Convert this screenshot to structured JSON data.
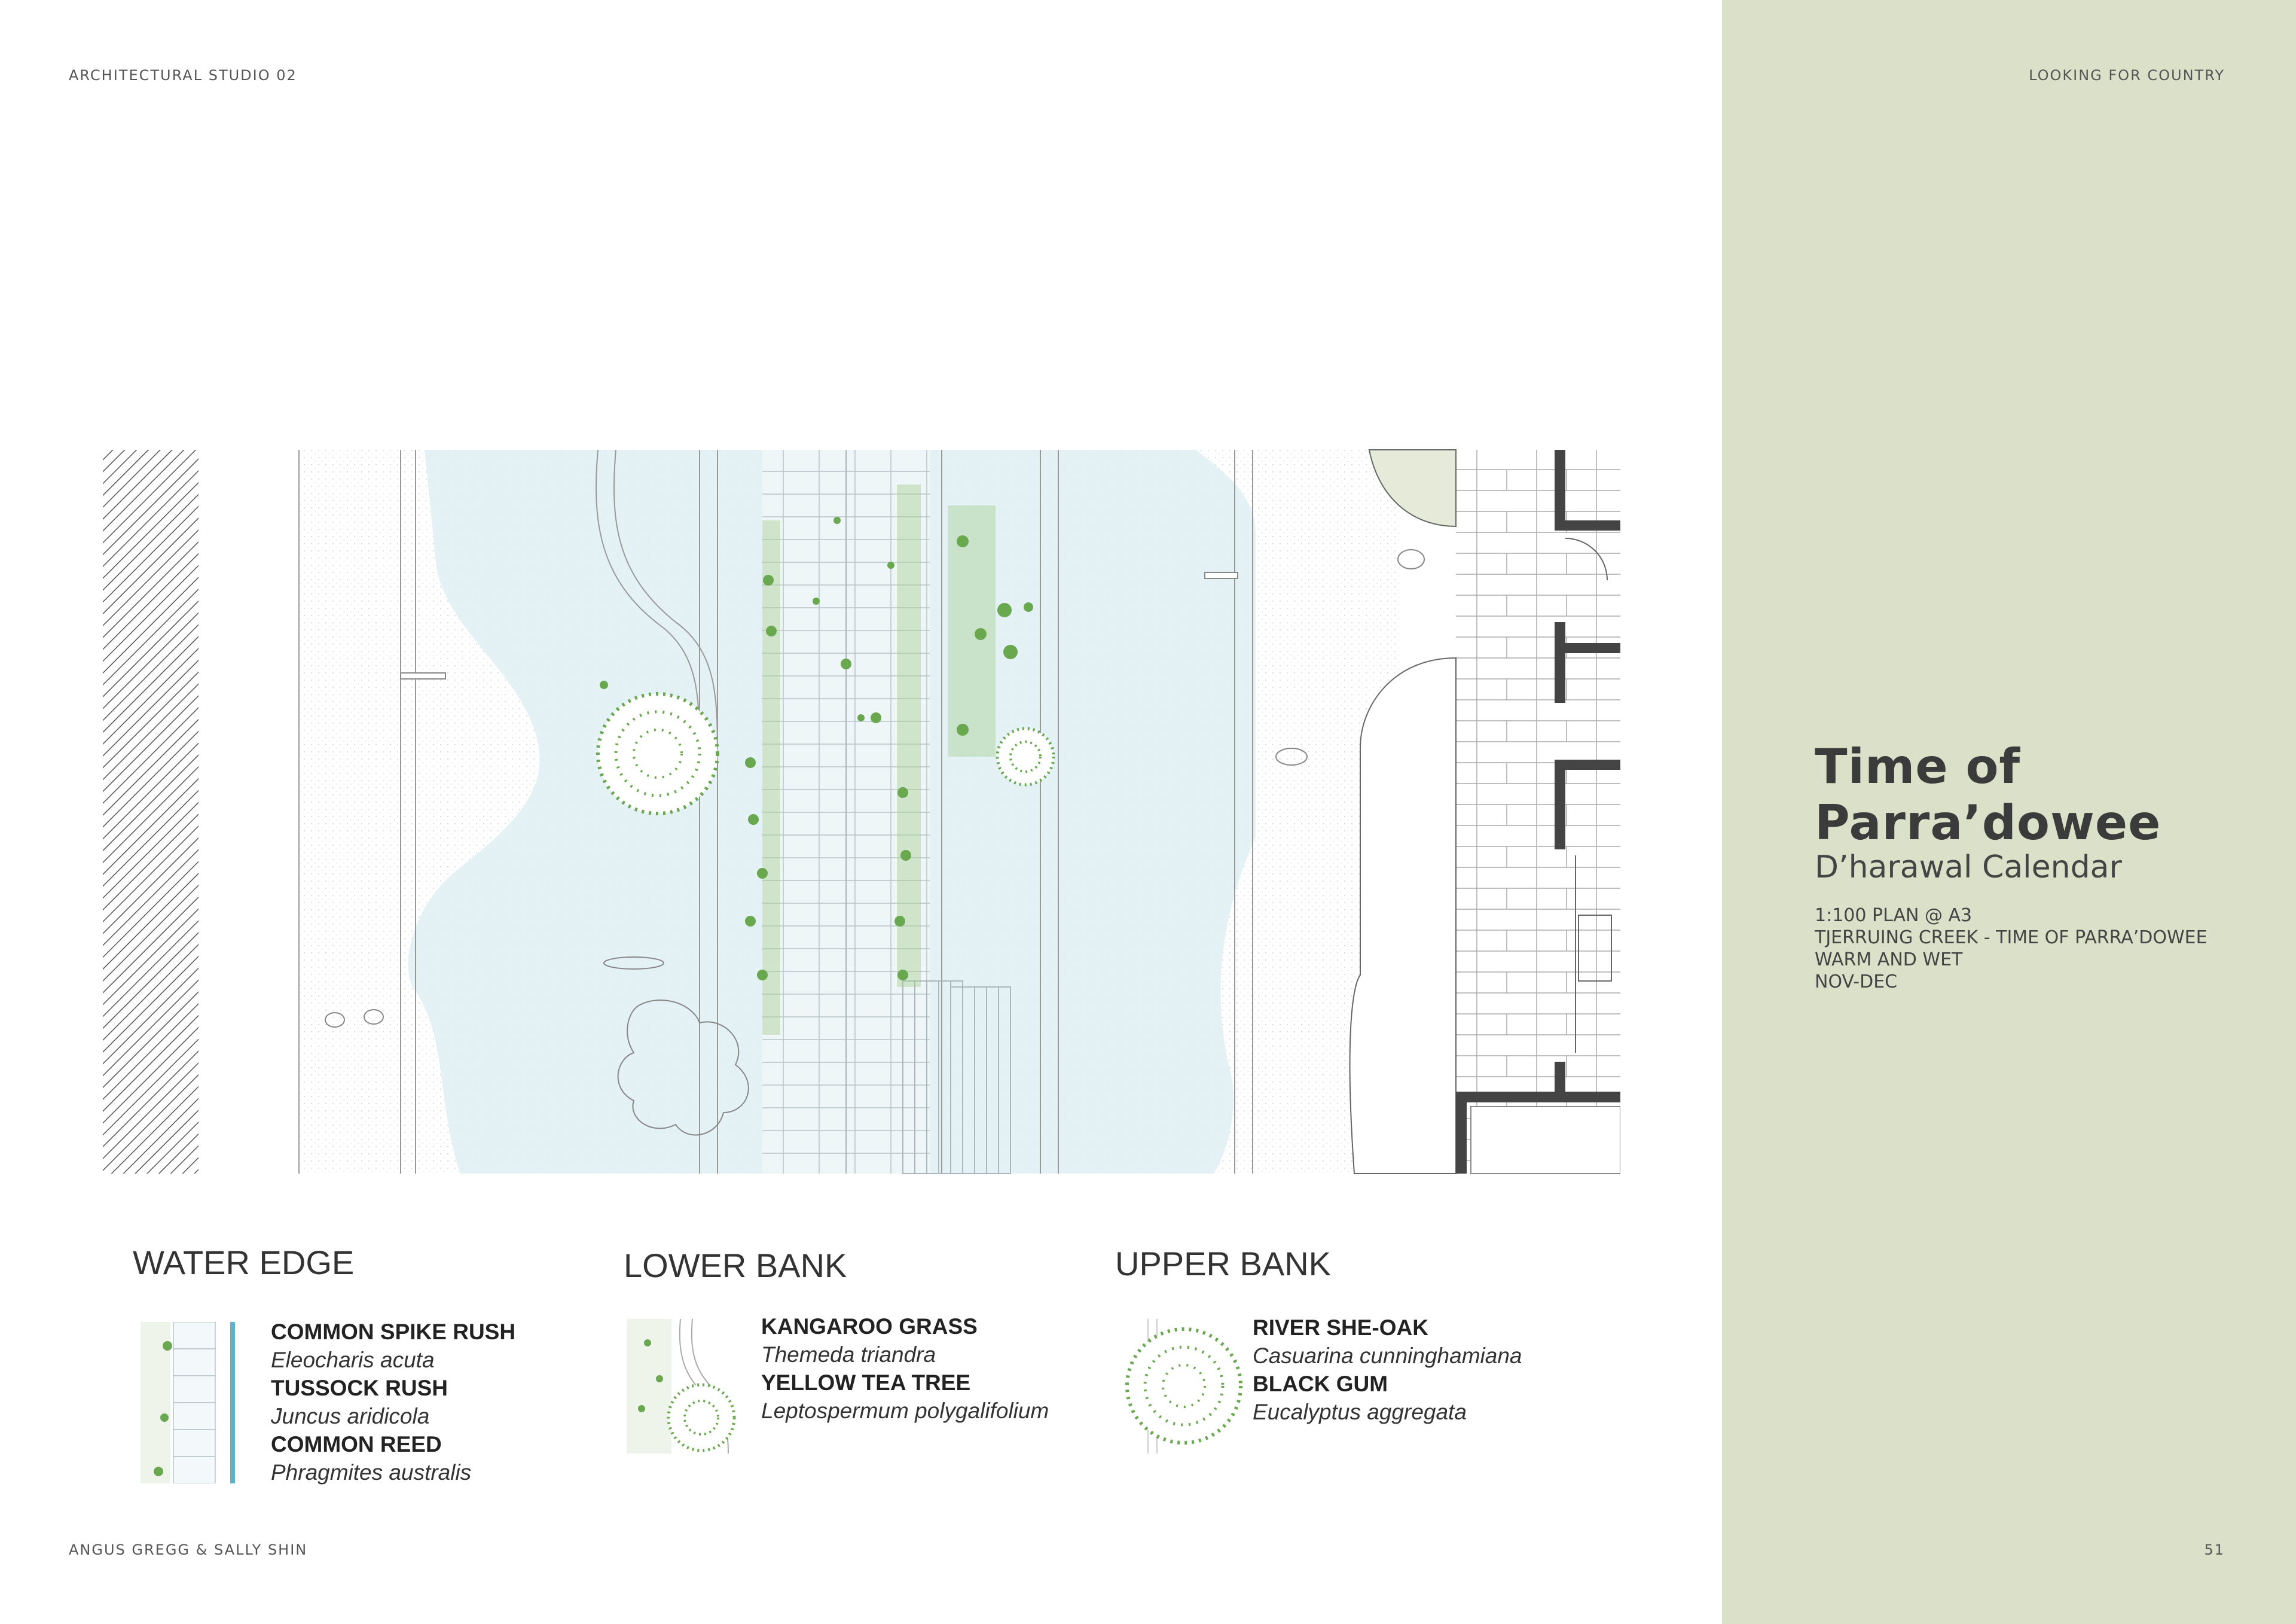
{
  "header": {
    "left": "ARCHITECTURAL STUDIO 02",
    "right": "LOOKING FOR COUNTRY"
  },
  "footer": {
    "left": "ANGUS GREGG & SALLY SHIN",
    "page_number": "51"
  },
  "sidebar": {
    "title_line1": "Time of",
    "title_line2": "Parra’dowee",
    "subtitle": "D’harawal Calendar",
    "info": [
      "1:100 PLAN @ A3",
      "TJERRUING CREEK - TIME OF PARRA’DOWEE",
      "WARM AND WET",
      "NOV-DEC"
    ]
  },
  "zones": [
    {
      "title": "WATER EDGE",
      "plants": [
        {
          "common": "COMMON SPIKE RUSH",
          "latin": "Eleocharis acuta"
        },
        {
          "common": "TUSSOCK RUSH",
          "latin": "Juncus aridicola"
        },
        {
          "common": "COMMON REED",
          "latin": "Phragmites australis"
        }
      ]
    },
    {
      "title": "LOWER BANK",
      "plants": [
        {
          "common": "KANGAROO GRASS",
          "latin": "Themeda triandra"
        },
        {
          "common": "YELLOW TEA TREE",
          "latin": "Leptospermum polygalifolium"
        }
      ]
    },
    {
      "title": "UPPER BANK",
      "plants": [
        {
          "common": "RIVER SHE-OAK",
          "latin": "Casuarina cunninghamiana"
        },
        {
          "common": "BLACK GUM",
          "latin": "Eucalyptus aggregata"
        }
      ]
    }
  ],
  "colors": {
    "sidebar_bg": "#dbe0c8",
    "water": "#dff0f3",
    "foliage": "#6aa84f"
  }
}
